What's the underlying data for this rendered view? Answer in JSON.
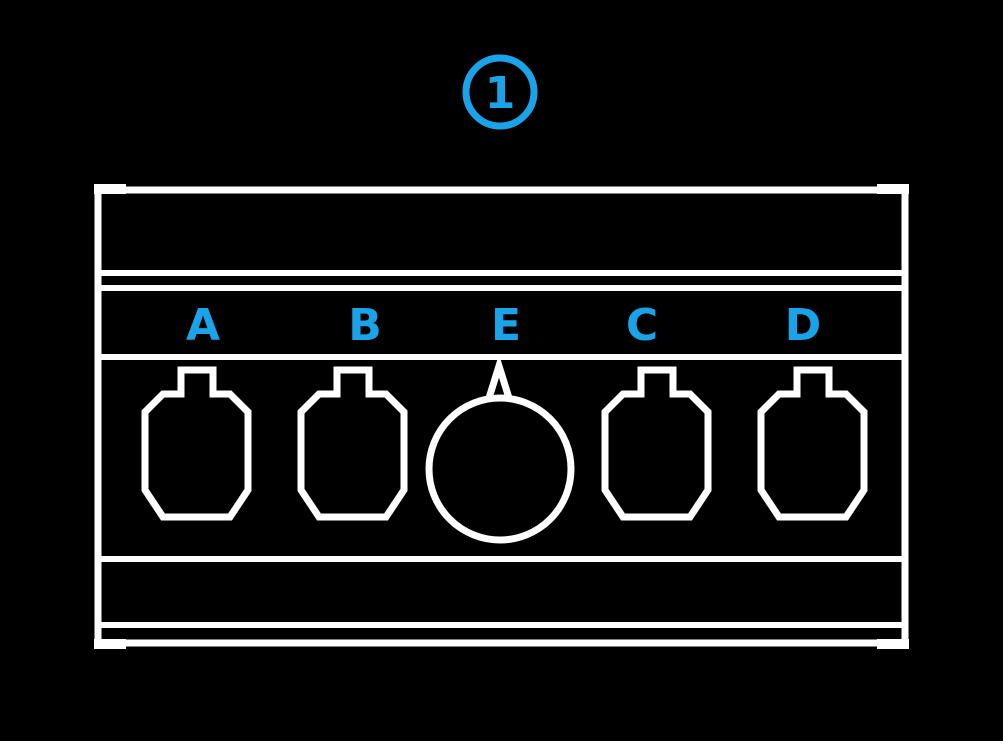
{
  "step": {
    "number": "1",
    "color": "#1aa3e8"
  },
  "device": {
    "outline_color": "#ffffff",
    "background": "#000000",
    "ports": [
      {
        "id": "A",
        "label": "A",
        "kind": "cable-port"
      },
      {
        "id": "B",
        "label": "B",
        "kind": "cable-port"
      },
      {
        "id": "E",
        "label": "E",
        "kind": "round-port"
      },
      {
        "id": "C",
        "label": "C",
        "kind": "cable-port"
      },
      {
        "id": "D",
        "label": "D",
        "kind": "cable-port"
      }
    ]
  }
}
